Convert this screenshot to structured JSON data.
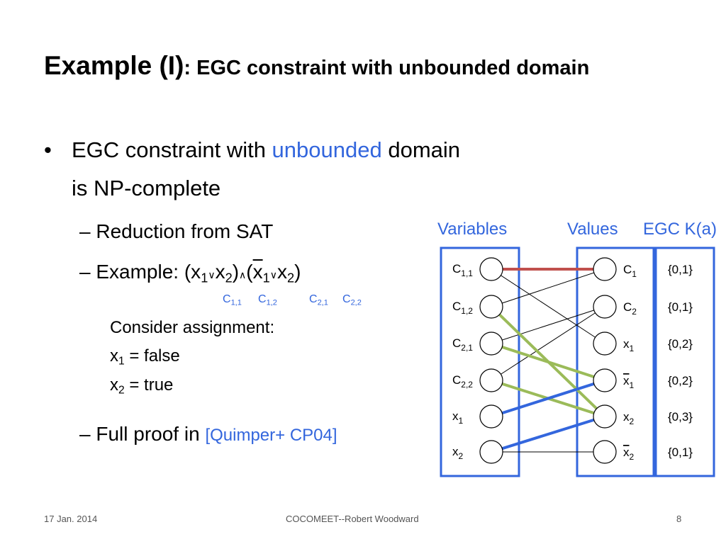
{
  "slide": {
    "title_main": "Example (I)",
    "title_rest": ": EGC constraint with unbounded domain",
    "bullet1": {
      "pre": "EGC constraint with ",
      "highlight": "unbounded",
      "post": " domain",
      "line2": "is NP-complete"
    },
    "sub1": "Reduction from SAT",
    "sub2_prefix": "Example: ",
    "formula": {
      "open1": "(x",
      "s1": "1",
      "or": "∨",
      "x2": "x",
      "s2": "2",
      "close": ")",
      "and": "∧",
      "open2": "(",
      "xbar": "x",
      "s3": "1",
      "s4": "2"
    },
    "clause_labels": [
      {
        "base": "C",
        "sub": "1,1"
      },
      {
        "base": "C",
        "sub": "1,2"
      },
      {
        "base": "C",
        "sub": "2,1"
      },
      {
        "base": "C",
        "sub": "2,2"
      }
    ],
    "consider": "Consider assignment:",
    "assign1": {
      "var": "x",
      "sub": "1",
      "val": " = false"
    },
    "assign2": {
      "var": "x",
      "sub": "2",
      "val": " = true"
    },
    "sub3_prefix": "Full proof in ",
    "citation": "[Quimper+ CP04]",
    "dash": "–",
    "bullet_char": "•"
  },
  "diagram": {
    "header_variables": "Variables",
    "header_values": "Values",
    "header_egc": "EGC K(a)",
    "variables": [
      {
        "base": "C",
        "sub": "1,1"
      },
      {
        "base": "C",
        "sub": "1,2"
      },
      {
        "base": "C",
        "sub": "2,1"
      },
      {
        "base": "C",
        "sub": "2,2"
      },
      {
        "base": "x",
        "sub": "1"
      },
      {
        "base": "x",
        "sub": "2"
      }
    ],
    "values": [
      {
        "base": "C",
        "sub": "1",
        "bar": false
      },
      {
        "base": "C",
        "sub": "2",
        "bar": false
      },
      {
        "base": "x",
        "sub": "1",
        "bar": false
      },
      {
        "base": "x",
        "sub": "1",
        "bar": true
      },
      {
        "base": "x",
        "sub": "2",
        "bar": false
      },
      {
        "base": "x",
        "sub": "2",
        "bar": true
      }
    ],
    "domains": [
      "{0,1}",
      "{0,1}",
      "{0,2}",
      "{0,2}",
      "{0,3}",
      "{0,1}"
    ],
    "edges": [
      {
        "from": 0,
        "to": 0,
        "kind": "red"
      },
      {
        "from": 0,
        "to": 2,
        "kind": "thin"
      },
      {
        "from": 1,
        "to": 4,
        "kind": "green"
      },
      {
        "from": 1,
        "to": 0,
        "kind": "thin"
      },
      {
        "from": 2,
        "to": 3,
        "kind": "green"
      },
      {
        "from": 2,
        "to": 1,
        "kind": "thin"
      },
      {
        "from": 3,
        "to": 4,
        "kind": "green"
      },
      {
        "from": 3,
        "to": 1,
        "kind": "thin"
      },
      {
        "from": 4,
        "to": 3,
        "kind": "blue"
      },
      {
        "from": 5,
        "to": 4,
        "kind": "blue"
      },
      {
        "from": 5,
        "to": 5,
        "kind": "thin"
      }
    ],
    "colors": {
      "box": "#3366dd",
      "red": "#c0504d",
      "green": "#9bbb59",
      "blue": "#3366dd",
      "thin": "#000000"
    }
  },
  "footer": {
    "date": "17 Jan. 2014",
    "center": "COCOMEET--Robert Woodward",
    "page": "8"
  }
}
